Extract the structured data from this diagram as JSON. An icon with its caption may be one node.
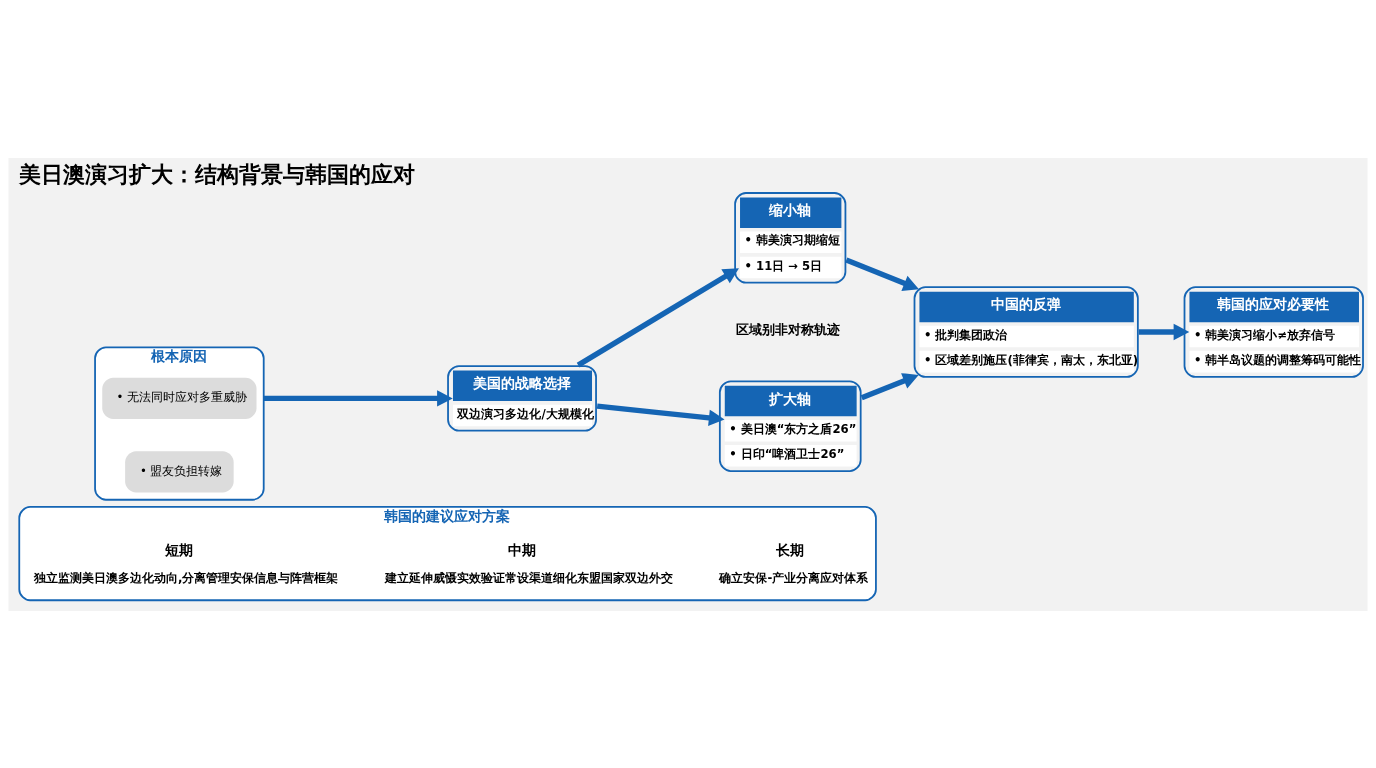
{
  "diagram": {
    "title": "美日澳演习扩大：结构背景与韩国的应对",
    "nodes": [
      {
        "text": [
          "根本原因"
        ]
      },
      {
        "text": [
          "• 无法同时应对多重威胁"
        ],
        "in": 0
      },
      {
        "text": [
          "• 盟友负担转嫁"
        ],
        "in": 0
      },
      {
        "text": [
          "美国的战略选择",
          "双边演习多边化/大规模化"
        ]
      },
      {
        "text": [
          "扩大轴",
          "• 美日澳“东方之盾26”",
          "• 日印“啤酒卫士26”"
        ]
      },
      {
        "text": [
          "缩小轴",
          "• 韩美演习期缩短",
          "• 11日 → 5日"
        ]
      },
      {
        "text": [
          "中国的反弹",
          "• 批判集团政治",
          "• 区域差别施压(菲律宾，南太，东北亚)"
        ]
      },
      {
        "text": [
          "韩国的应对必要性",
          "• 韩美演习缩小≠放弃信号",
          "• 韩半岛议题的调整筹码可能性"
        ]
      },
      {
        "text": [
          "韩国的建议应对方案"
        ]
      },
      {
        "text": [
          "短期",
          "独立监测美日澳多边化动向,分离管理安保信息与阵营框架"
        ],
        "in": 8
      },
      {
        "text": [
          "中期",
          "建立延伸威慑实效验证常设渠道细化东盟国家双边外交"
        ],
        "in": 8
      },
      {
        "text": [
          "长期",
          "确立安保-产业分离应对体系"
        ],
        "in": 8
      }
    ],
    "edges": [
      {
        "from": 0,
        "to": 3,
        "arrow": "to"
      },
      {
        "from": 3,
        "to": 4,
        "arrow": "to"
      },
      {
        "from": 3,
        "to": 5,
        "arrow": "to"
      },
      {
        "from": 4,
        "to": 6,
        "arrow": "to"
      },
      {
        "from": 5,
        "to": 6,
        "arrow": "to"
      },
      {
        "from": 6,
        "to": 7,
        "arrow": "to"
      }
    ],
    "labels": [
      "区域别非对称轨迹"
    ]
  }
}
